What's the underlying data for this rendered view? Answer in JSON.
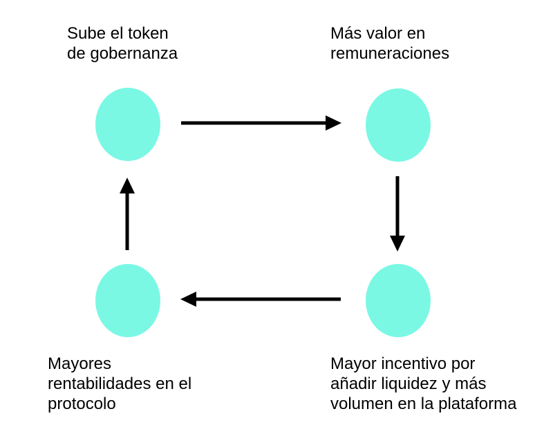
{
  "diagram": {
    "type": "cycle",
    "background_color": "#ffffff",
    "node_fill_color": "#7af8e4",
    "arrow_color": "#000000",
    "text_color": "#000000",
    "nodes": {
      "top_left": {
        "label": "Sube el token\nde gobernanza"
      },
      "top_right": {
        "label": "Más valor en\nremuneraciones"
      },
      "bottom_right": {
        "label": "Mayor incentivo por\nañadir liquidez y más\nvolumen en la plataforma"
      },
      "bottom_left": {
        "label": "Mayores\nrentabilidades en el\nprotocolo"
      }
    },
    "edges": [
      {
        "from": "top_left",
        "to": "top_right",
        "direction": "right"
      },
      {
        "from": "top_right",
        "to": "bottom_right",
        "direction": "down"
      },
      {
        "from": "bottom_right",
        "to": "bottom_left",
        "direction": "left"
      },
      {
        "from": "bottom_left",
        "to": "top_left",
        "direction": "up"
      }
    ]
  }
}
